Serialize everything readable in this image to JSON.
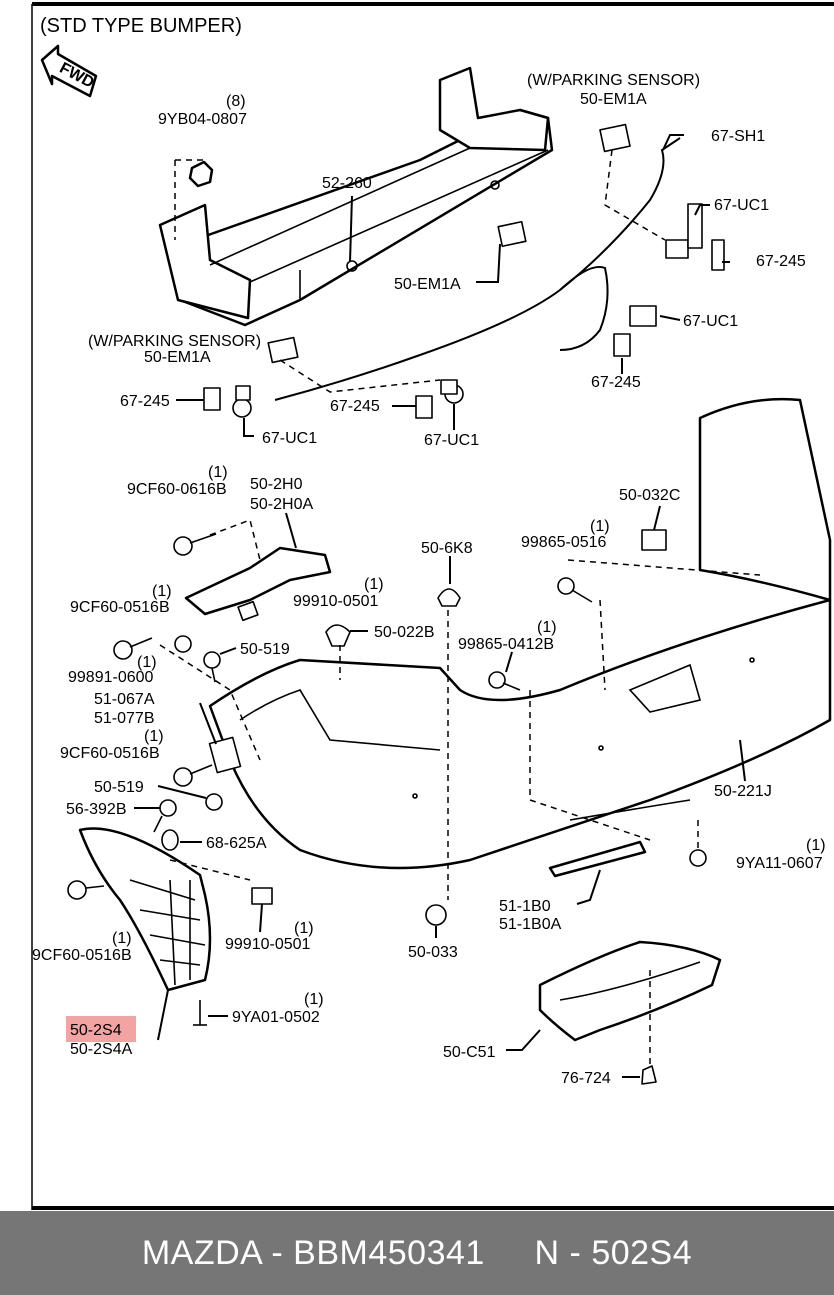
{
  "diagram": {
    "title": "(STD TYPE BUMPER)",
    "fwd_label": "FWD",
    "highlight_color": "#f4a3a3",
    "callouts": {
      "c1_qty": "(8)",
      "c1": "9YB04-0807",
      "c2": "52-260",
      "c3_note": "(W/PARKING SENSOR)",
      "c3": "50-EM1A",
      "c4": "67-SH1",
      "c5": "67-UC1",
      "c6": "67-245",
      "c7": "50-EM1A",
      "c8": "67-UC1",
      "c9": "67-245",
      "c10_note": "(W/PARKING SENSOR)",
      "c10": "50-EM1A",
      "c11": "67-245",
      "c12": "67-UC1",
      "c13": "67-245",
      "c14": "67-UC1",
      "c15_qty": "(1)",
      "c15": "9CF60-0616B",
      "c16a": "50-2H0",
      "c16b": "50-2H0A",
      "c17": "50-032C",
      "c18": "50-6K8",
      "c19_qty": "(1)",
      "c19": "99865-0516",
      "c20_qty": "(1)",
      "c20": "99910-0501",
      "c21_qty": "(1)",
      "c21": "9CF60-0516B",
      "c22": "50-022B",
      "c23_qty": "(1)",
      "c23": "99865-0412B",
      "c24": "99891-0600",
      "c24_qty": "(1)",
      "c25": "50-519",
      "c26a": "51-067A",
      "c26b": "51-077B",
      "c27_qty": "(1)",
      "c27": "9CF60-0516B",
      "c28": "50-519",
      "c29": "56-392B",
      "c30": "68-625A",
      "c31": "50-221J",
      "c32_qty": "(1)",
      "c32": "9YA11-0607",
      "c33": "9CF60-0516B",
      "c33_qty": "(1)",
      "c34_qty": "(1)",
      "c34": "99910-0501",
      "c35a": "51-1B0",
      "c35b": "51-1B0A",
      "c36": "50-033",
      "c37_qty": "(1)",
      "c37": "9YA01-0502",
      "c38a": "50-2S4",
      "c38b": "50-2S4A",
      "c39": "50-C51",
      "c40": "76-724"
    }
  },
  "footer": {
    "text": "MAZDA - BBM450341     N - 502S4"
  }
}
